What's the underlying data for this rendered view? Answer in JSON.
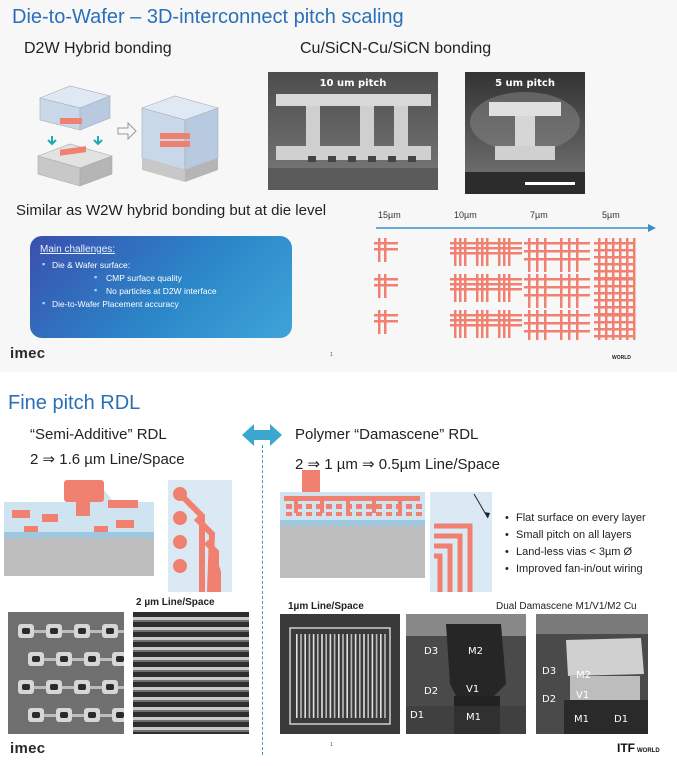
{
  "top_slide": {
    "title": "Die-to-Wafer – 3D-interconnect pitch scaling",
    "left_subtitle": "D2W Hybrid bonding",
    "right_subtitle": "Cu/SiCN-Cu/SiCN bonding",
    "sem_10_label": "10 um pitch",
    "sem_5_label": "5 um pitch",
    "similar_text": "Similar as W2W hybrid bonding but at die level",
    "challenges": {
      "title": "Main challenges:",
      "item_1": "Die & Wafer surface:",
      "sub_1": "CMP surface quality",
      "sub_2": "No particles at D2W interface",
      "item_2": "Die-to-Wafer Placement accuracy"
    },
    "pitch_labels": [
      "15µm",
      "10µm",
      "7µm",
      "5µm"
    ],
    "logo": "imec",
    "world_mark": "WORLD",
    "page_mark": "1"
  },
  "bottom_slide": {
    "title": "Fine pitch RDL",
    "semi_title": "“Semi-Additive” RDL",
    "semi_ls": "2 ⇒ 1.6 µm Line/Space",
    "poly_title": "Polymer “Damascene” RDL",
    "poly_ls": "2 ⇒ 1 µm ⇒ 0.5µm Line/Space",
    "bullets": [
      "Flat surface on every layer",
      "Small pitch on all layers",
      "Land-less vias < 3µm Ø",
      "Improved fan-in/out wiring"
    ],
    "label_2um": "2 µm Line/Space",
    "label_1um": "1µm Line/Space",
    "label_dual": "Dual Damascene M1/V1/M2 Cu",
    "sem_d_labels": [
      "D3",
      "M2",
      "D2",
      "V1",
      "D1",
      "M1"
    ],
    "sem_e_labels": [
      "D3",
      "M2",
      "V1",
      "D2",
      "M1",
      "D1"
    ],
    "logo": "imec",
    "itf_logo": "ITF",
    "itf_world": "WORLD",
    "page_mark": "1"
  },
  "colors": {
    "title_blue": "#2b6fb8",
    "copper_red": "#f08070",
    "challenge_box": "#2b86c8",
    "divider": "#3ba0c8"
  }
}
